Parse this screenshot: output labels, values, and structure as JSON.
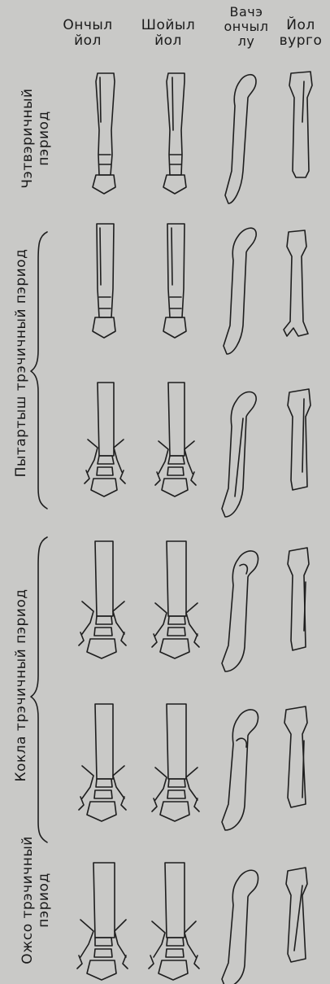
{
  "columns": {
    "col1": {
      "line1": "Ончыл",
      "line2": "йол"
    },
    "col2": {
      "line1": "Шойыл",
      "line2": "йол"
    },
    "col3": {
      "line1": "Вачэ",
      "line2": "ончыл",
      "line3": "лу"
    },
    "col4": {
      "line1": "Йол",
      "line2": "вурго"
    }
  },
  "periods": {
    "quaternary": {
      "line1": "Чэтвэричный",
      "line2": "пэриод"
    },
    "late": {
      "line1": "Пытартыш трэчичный пэриод"
    },
    "middle": {
      "line1": "Кокла трэчичный пэриод"
    },
    "early": {
      "line1": "Ожсо трэчичный",
      "line2": "пэриод"
    }
  }
}
